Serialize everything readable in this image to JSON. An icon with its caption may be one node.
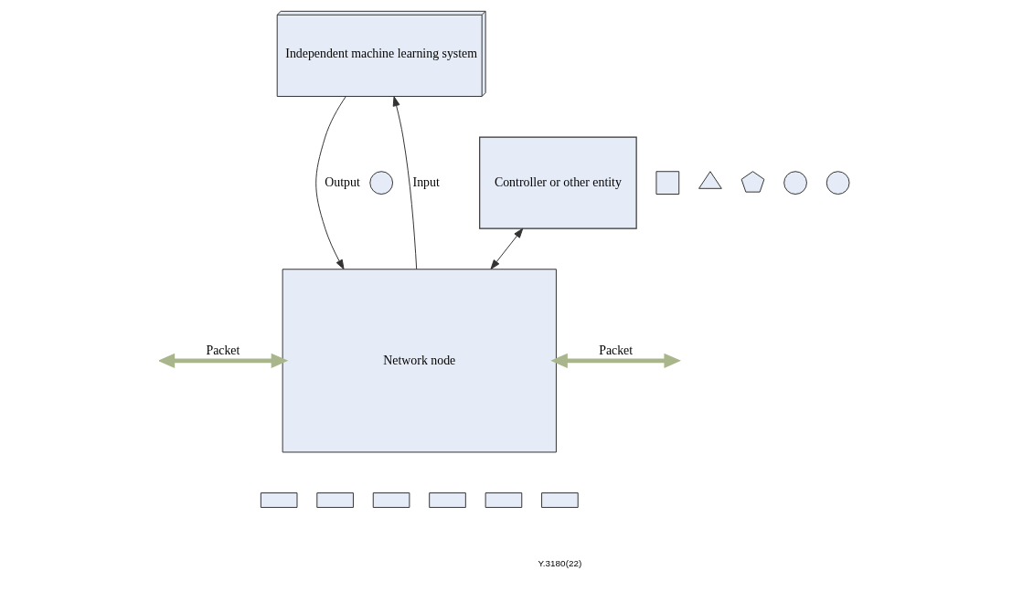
{
  "diagram": {
    "nodes": [
      {
        "text": [
          "Independent machine learning system"
        ]
      },
      {
        "text": [
          "Controller or other entity"
        ]
      },
      {
        "text": [
          "Network node"
        ]
      },
      {
        "text": [],
        "shape": "circle"
      },
      {
        "text": [],
        "shape": "box"
      },
      {
        "text": [],
        "shape": "triangle"
      },
      {
        "text": [],
        "shape": "pentagon"
      },
      {
        "text": [],
        "shape": "circle"
      },
      {
        "text": [],
        "shape": "circle"
      },
      {
        "text": [],
        "shape": "box"
      },
      {
        "text": [],
        "shape": "box"
      },
      {
        "text": [],
        "shape": "box"
      },
      {
        "text": [],
        "shape": "box"
      },
      {
        "text": [],
        "shape": "box"
      },
      {
        "text": [],
        "shape": "box"
      }
    ],
    "edges": [
      {
        "from": 2,
        "to": 0,
        "arrow": "to",
        "label": "Input"
      },
      {
        "from": 0,
        "to": 2,
        "arrow": "to",
        "label": "Output"
      },
      {
        "from": 1,
        "to": 2,
        "arrow": "both"
      },
      {
        "from": null,
        "to": 2,
        "arrow": "both",
        "label": "Packet",
        "color": "#a9b58a",
        "style": "thick"
      },
      {
        "from": 2,
        "to": null,
        "arrow": "both",
        "label": "Packet",
        "color": "#a9b58a",
        "style": "thick"
      }
    ],
    "labels": [
      "Y.3180(22)"
    ]
  }
}
